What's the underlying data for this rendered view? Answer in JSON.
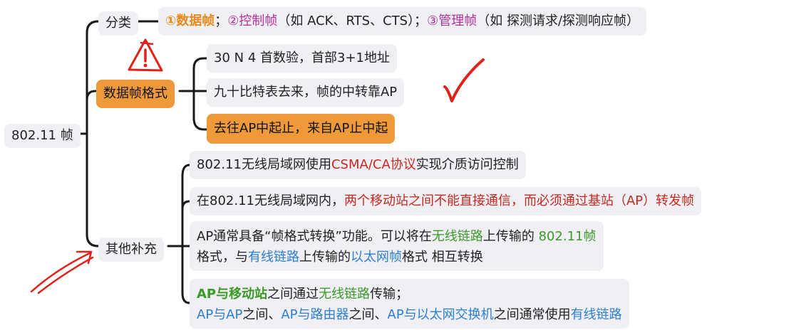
{
  "root": {
    "label": "802.11 帧"
  },
  "categories": {
    "label": "分类",
    "item1": "①数据帧",
    "sep1": "；",
    "item2": "②控制帧",
    "item2_note": "（如 ACK、RTS、CTS）",
    "sep2": "；",
    "item3": "③管理帧",
    "item3_note": "（如 探测请求/探测响应帧）"
  },
  "data_frame_format": {
    "label": "数据帧格式",
    "items": [
      "30 N 4 首数验，首部3+1地址",
      "九十比特表去来，帧的中转靠AP",
      "去往AP中起止，来自AP止中起"
    ]
  },
  "other": {
    "label": "其他补充",
    "item1": {
      "prefix": "802.11无线局域网使用",
      "highlight": "CSMA/CA协议",
      "suffix": "实现介质访问控制"
    },
    "item2": {
      "prefix": "在802.11无线局域网内，",
      "highlight": "两个移动站之间不能直接通信，而必须通过基站（AP）转发帧"
    },
    "item3": {
      "l1_a": "AP通常具备“帧格式转换”功能。可以将在",
      "l1_b": "无线链路",
      "l1_c": "上传输的 ",
      "l1_d": "802.11帧",
      "l2_a": "格式，与",
      "l2_b": "有线链路",
      "l2_c": "上传输的",
      "l2_d": "以太网帧",
      "l2_e": "格式 相互转换"
    },
    "item4": {
      "l1_a": "AP与移动站",
      "l1_b": "之间通过",
      "l1_c": "无线链路",
      "l1_d": "传输；",
      "l2_a": "AP与AP",
      "l2_b": "之间、",
      "l2_c": "AP与路由器",
      "l2_d": "之间、",
      "l2_e": "AP与以太网交换机",
      "l2_f": "之间通常使用",
      "l2_g": "有线链路"
    }
  },
  "colors": {
    "orange_node": "#ef9a3a",
    "node_bg": "#f0eff3",
    "connector": "#1a1a1a",
    "annotation_red": "#e0221a"
  }
}
